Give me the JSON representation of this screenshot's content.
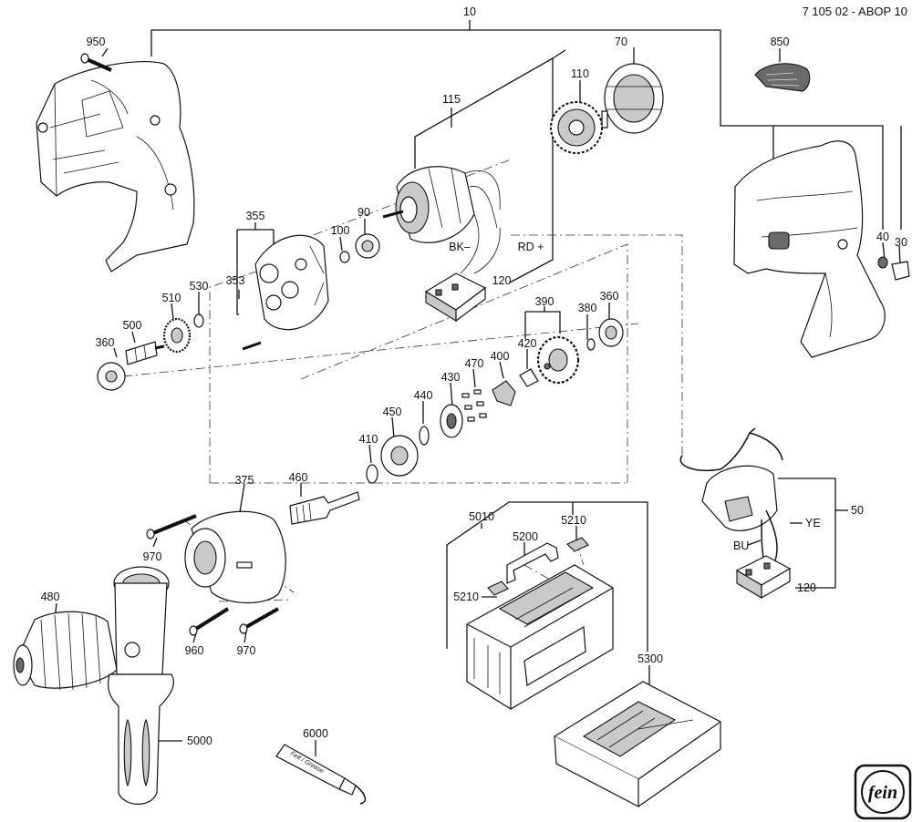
{
  "document": {
    "code": "7 105 02 - ABOP 10"
  },
  "labels": {
    "p10": "10",
    "p950": "950",
    "p850": "850",
    "p70": "70",
    "p110": "110",
    "p115": "115",
    "p355": "355",
    "p353": "353",
    "p100": "100",
    "p90": "90",
    "bk": "BK–",
    "rd": "RD +",
    "p120a": "120",
    "p530": "530",
    "p510": "510",
    "p500": "500",
    "p360a": "360",
    "p390": "390",
    "p360b": "360",
    "p380": "380",
    "p420": "420",
    "p400": "400",
    "p470": "470",
    "p430": "430",
    "p440": "440",
    "p450": "450",
    "p410": "410",
    "p40": "40",
    "p30": "30",
    "p375": "375",
    "p460": "460",
    "p970a": "970",
    "p480": "480",
    "p960": "960",
    "p970b": "970",
    "p5000": "5000",
    "p6000": "6000",
    "p5010": "5010",
    "p5200": "5200",
    "p5210a": "5210",
    "p5210b": "5210",
    "p5300": "5300",
    "p50": "50",
    "ye": "YE",
    "bu": "BU",
    "p120b": "120"
  },
  "tube_text": "Fett / Grease",
  "logo_text": "fein"
}
